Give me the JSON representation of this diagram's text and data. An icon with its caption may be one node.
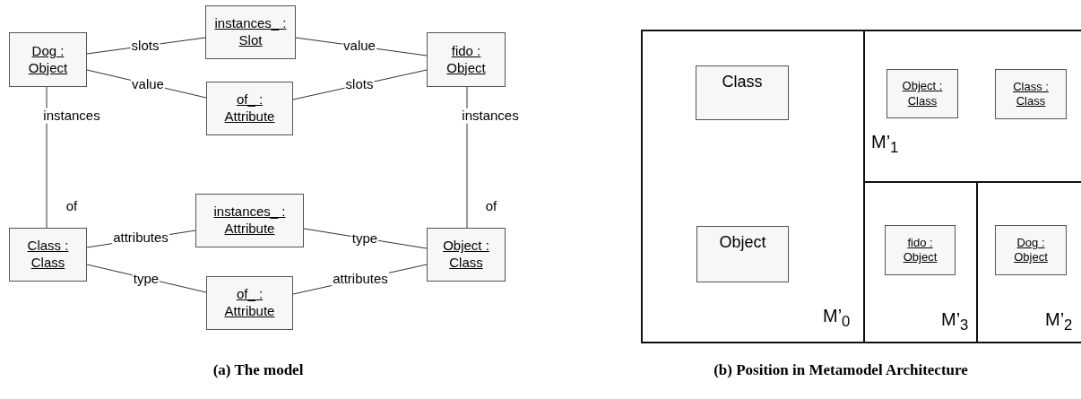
{
  "diagram": {
    "nodes": [
      {
        "text": [
          "Dog : Object"
        ]
      },
      {
        "text": [
          "instances_ : Slot"
        ]
      },
      {
        "text": [
          "fido : Object"
        ]
      },
      {
        "text": [
          "of_ : Attribute"
        ]
      },
      {
        "text": [
          "Class : Class"
        ]
      },
      {
        "text": [
          "instances_ : Attribute"
        ]
      },
      {
        "text": [
          "Object : Class"
        ]
      },
      {
        "text": [
          "of_ : Attribute"
        ]
      },
      {
        "text": [
          "M’$_{0}$"
        ]
      },
      {
        "text": [
          "Class"
        ],
        "in": 8
      },
      {
        "text": [
          "Object"
        ],
        "in": 8
      },
      {
        "text": [
          "M’$_{1}$"
        ]
      },
      {
        "text": [
          "Object : Class"
        ],
        "in": 11
      },
      {
        "text": [
          "Class : Class"
        ],
        "in": 11
      },
      {
        "text": [
          "M’$_{3}$"
        ]
      },
      {
        "text": [
          "fido : Object"
        ],
        "in": 14
      },
      {
        "text": [
          "M’$_{2}$"
        ]
      },
      {
        "text": [
          "Dog : Object"
        ],
        "in": 16
      }
    ],
    "edges": [
      {
        "from": 0,
        "to": 1,
        "arrow": "none",
        "label": "slots"
      },
      {
        "from": 1,
        "to": 2,
        "arrow": "none",
        "label": "value"
      },
      {
        "from": 0,
        "to": 3,
        "arrow": "none",
        "label": "value"
      },
      {
        "from": 3,
        "to": 2,
        "arrow": "none",
        "label": "slots"
      },
      {
        "from": 0,
        "to": 4,
        "arrow": "none",
        "label": "instances"
      },
      {
        "from": 2,
        "to": 6,
        "arrow": "none",
        "label": "instances"
      },
      {
        "from": 4,
        "to": 5,
        "arrow": "none",
        "label": "attributes"
      },
      {
        "from": 5,
        "to": 6,
        "arrow": "none",
        "label": "type"
      },
      {
        "from": 4,
        "to": 7,
        "arrow": "none",
        "label": "type"
      },
      {
        "from": 7,
        "to": 6,
        "arrow": "none",
        "label": "attributes"
      }
    ],
    "labels": [
      "of",
      "of",
      "(a) The model",
      "(b) Position in Metamodel Architecture"
    ]
  }
}
